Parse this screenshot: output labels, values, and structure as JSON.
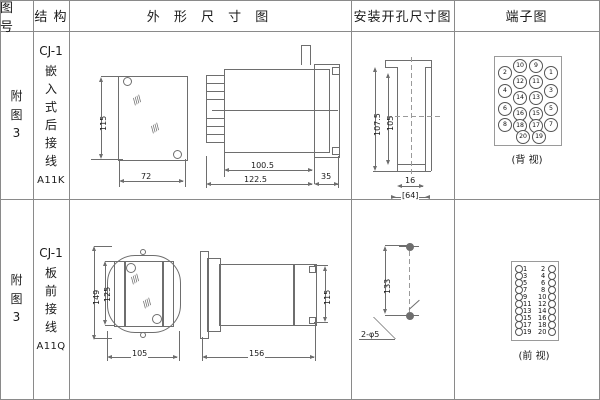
{
  "table": {
    "headers": [
      {
        "id": "drawing-no",
        "label": "图 号"
      },
      {
        "id": "structure",
        "label": "结 构"
      },
      {
        "id": "outline-dimension",
        "label": "外 形 尺 寸 图"
      },
      {
        "id": "mounting-cutout",
        "label": "安装开孔尺寸图"
      },
      {
        "id": "terminal-diagram",
        "label": "端子图"
      }
    ]
  },
  "rows": [
    {
      "drawing_no": {
        "l1": "附",
        "l2": "图",
        "l3": "3"
      },
      "structure": {
        "model": "CJ-1",
        "chars": [
          "嵌",
          "入",
          "式",
          "后",
          "接",
          "线"
        ],
        "code": "A11K"
      },
      "outline": {
        "front_height": "115",
        "front_width": "72",
        "body_length": "100.5",
        "total_length": "122.5",
        "flange_depth": "35"
      },
      "cutout": {
        "outer_height": "107.5",
        "inner_height": "105",
        "slot_width": "16",
        "center_width": "[64]"
      },
      "terminals": {
        "caption": "(背 视)",
        "view": "rear",
        "layout": [
          {
            "col": "left",
            "items": [
              "2",
              "4",
              "6",
              "8"
            ]
          },
          {
            "col": "midl",
            "items": [
              "10",
              "12",
              "14",
              "16",
              "18",
              "20"
            ]
          },
          {
            "col": "midr",
            "items": [
              "9",
              "11",
              "13",
              "15",
              "17",
              "19"
            ]
          },
          {
            "col": "right",
            "items": [
              "1",
              "3",
              "5",
              "7"
            ]
          }
        ]
      }
    },
    {
      "drawing_no": {
        "l1": "附",
        "l2": "图",
        "l3": "3"
      },
      "structure": {
        "model": "CJ-1",
        "chars": [
          "板",
          "前",
          "接",
          "线"
        ],
        "code": "A11Q"
      },
      "outline": {
        "panel_height": "149",
        "inner_height": "125",
        "panel_width": "105",
        "total_length": "156",
        "body_height": "115"
      },
      "cutout": {
        "hole_spacing": "133",
        "hole_note": "2-φ5"
      },
      "terminals": {
        "caption": "(前 视)",
        "view": "front",
        "pairs": [
          [
            "1",
            "2"
          ],
          [
            "3",
            "4"
          ],
          [
            "5",
            "6"
          ],
          [
            "7",
            "8"
          ],
          [
            "9",
            "10"
          ],
          [
            "11",
            "12"
          ],
          [
            "13",
            "14"
          ],
          [
            "15",
            "16"
          ],
          [
            "17",
            "18"
          ],
          [
            "19",
            "20"
          ]
        ]
      }
    }
  ],
  "colors": {
    "line": "#6e6e6e",
    "frame": "#8a8a8a",
    "text": "#1a1a1a",
    "background": "#ffffff"
  }
}
